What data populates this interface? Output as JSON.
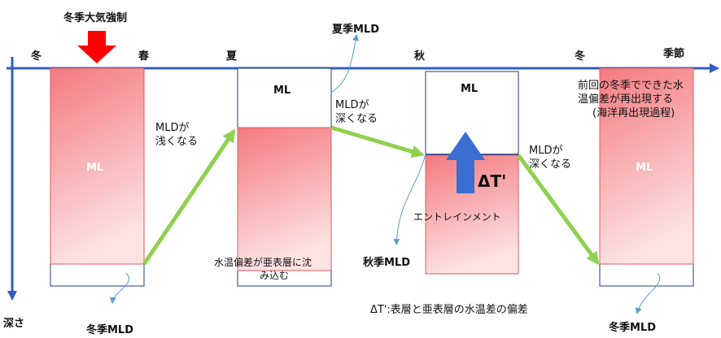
{
  "axis": {
    "time_label": "季節",
    "depth_label": "深さ",
    "seasons": [
      "冬",
      "春",
      "夏",
      "秋",
      "冬"
    ]
  },
  "forcing": {
    "label": "冬季大気強制"
  },
  "boxes": {
    "ml_label": "ML"
  },
  "mld_labels": {
    "winter_mld_1": "冬季MLD",
    "summer_mld": "夏季MLD",
    "autumn_mld": "秋季MLD",
    "winter_mld_2": "冬季MLD"
  },
  "transitions": {
    "shallow_line1": "MLDが",
    "shallow_line2": "浅くなる",
    "deep1_line1": "MLDが",
    "deep1_line2": "深くなる",
    "deep2_line1": "MLDが",
    "deep2_line2": "深くなる"
  },
  "annotations": {
    "subsurface_line1": "水温偏差が亜表層に沈",
    "subsurface_line2": "み込む",
    "entrainment": "エントレインメント",
    "delta_t": "ΔT'",
    "delta_t_def": "ΔT':表層と亜表層の水温差の偏差",
    "reemergence_line1": "前回の冬季でできた水",
    "reemergence_line2": "温偏差が再出現する",
    "reemergence_line3": "(海洋再出現過程)"
  },
  "colors": {
    "axis": "#2f5fc4",
    "forcing_arrow": "#ff0000",
    "mld_arrow": "#8fd14f",
    "anomaly_deep": "#f47a80",
    "anomaly_light": "#fde3e3",
    "box_border": "#1f3a8a",
    "entrain_arrow": "#3a6fd1",
    "leader": "#5b9bd5"
  }
}
